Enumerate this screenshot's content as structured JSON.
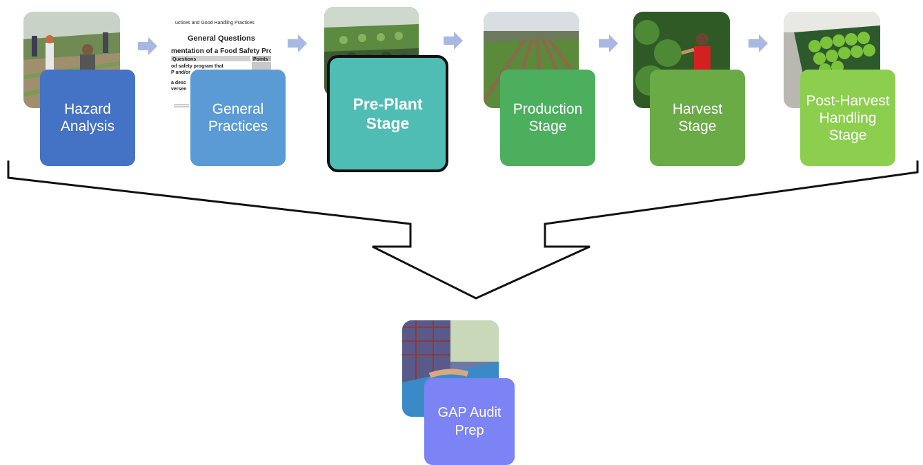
{
  "stages": [
    {
      "label": "Hazard Analysis",
      "color": "#4472c4",
      "active": false,
      "photo": "farm-workers-field-photo"
    },
    {
      "label": "General Practices",
      "color": "#5b9bd5",
      "active": false,
      "photo": "general-questions-document-photo"
    },
    {
      "label": "Pre-Plant Stage",
      "color": "#4fbdb3",
      "active": true,
      "photo": "greenhouse-seedlings-photo"
    },
    {
      "label": "Production Stage",
      "color": "#4caf5e",
      "active": false,
      "photo": "lettuce-field-rows-photo"
    },
    {
      "label": "Harvest Stage",
      "color": "#6aab46",
      "active": false,
      "photo": "pepper-harvest-worker-photo"
    },
    {
      "label": "Post-Harvest Handling Stage",
      "color": "#8ccf4f",
      "active": false,
      "photo": "peppers-in-bins-photo"
    }
  ],
  "document_thumbnail": {
    "header": "uctices and Good Handling Practices",
    "title": "General Questions",
    "subtitle": "mentation of a Food Safety Pro",
    "col_questions": "Questions",
    "col_points": "Points",
    "line1": "od safety program that",
    "line2": "P and/or",
    "line3": "a desc",
    "line4": "versee"
  },
  "result": {
    "label": "GAP Audit Prep",
    "color": "#7b83f5",
    "photo": "worker-inspecting-produce-photo"
  },
  "colors": {
    "arrow": "#a9b8e2",
    "funnel_stroke": "#111111"
  }
}
